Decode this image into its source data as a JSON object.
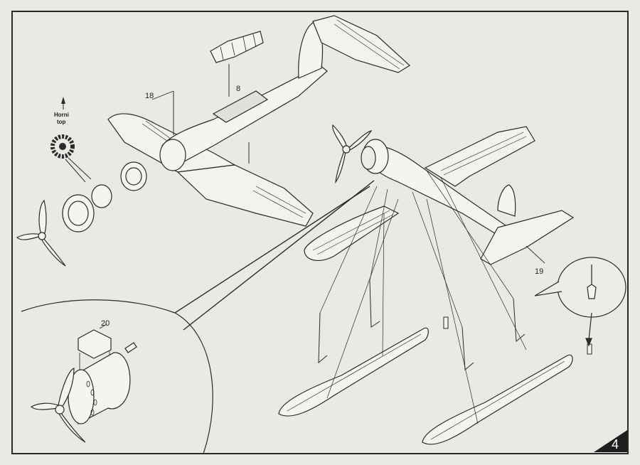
{
  "callouts": {
    "part_18": "18",
    "part_8": "8",
    "part_19": "19",
    "part_20": "20"
  },
  "orientation": {
    "line1": "Horni",
    "line2": "top"
  },
  "page_number": "4",
  "colors": {
    "paper": "#e9e9e6",
    "ink": "#2a2a2a"
  }
}
